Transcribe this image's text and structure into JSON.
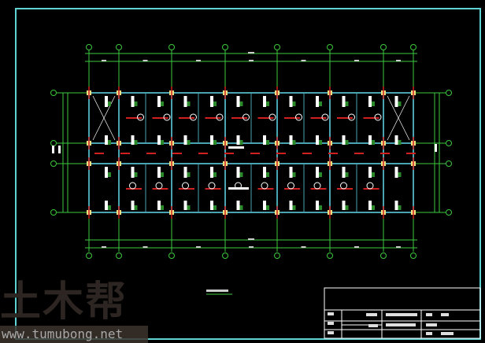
{
  "drawing": {
    "colors": {
      "frame": "#5fd3d3",
      "axis": "#3ec83e",
      "wall": "#4aa3b0",
      "beam": "#d02020",
      "column": "#f0e080",
      "text": "#ffffff"
    },
    "axes_x_count": 8,
    "axes_y_count": 4
  },
  "watermark": {
    "logo": "土木帮",
    "url": "www.tumubong.net"
  }
}
